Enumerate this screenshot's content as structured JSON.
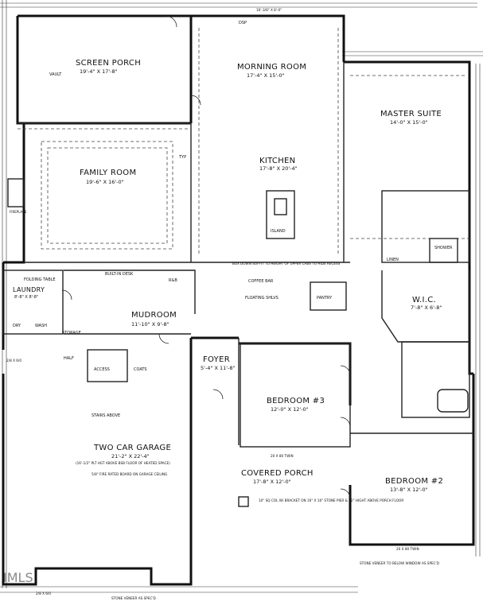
{
  "rooms": {
    "screen_porch": {
      "name": "SCREEN PORCH",
      "dim": "19'-4\" X 17'-8\""
    },
    "morning_room": {
      "name": "MORNING ROOM",
      "dim": "17'-4\" X 15'-0\""
    },
    "master_suite": {
      "name": "MASTER SUITE",
      "dim": "14'-0\" X 15'-0\""
    },
    "family_room": {
      "name": "FAMILY ROOM",
      "dim": "19'-6\" X 16'-0\""
    },
    "kitchen": {
      "name": "KITCHEN",
      "dim": "17'-8\" X 20'-4\""
    },
    "laundry": {
      "name": "LAUNDRY",
      "dim": "8'-8\" X 8'-8\""
    },
    "mudroom": {
      "name": "MUDROOM",
      "dim": "11'-10\" X 9'-8\""
    },
    "wic": {
      "name": "W.I.C.",
      "dim": "7'-8\" X 6'-8\""
    },
    "foyer": {
      "name": "FOYER",
      "dim": "5'-4\" X 11'-8\""
    },
    "bedroom3": {
      "name": "BEDROOM #3",
      "dim": "12'-0\" X 12'-0\""
    },
    "garage": {
      "name": "TWO CAR GARAGE",
      "dim": "21'-2\" X 22'-4\""
    },
    "covered_porch": {
      "name": "COVERED PORCH",
      "dim": "17'-8\" X 12'-0\""
    },
    "bedroom2": {
      "name": "BEDROOM #2",
      "dim": "13'-8\" X 12'-0\""
    }
  },
  "labels": {
    "island": "ISLAND",
    "pantry": "PANTRY",
    "coffee_bar": "COFFEE BAR",
    "floating_shelves": "FLOATING SHLVS",
    "storage": "STORAGE",
    "half_bath": "HALF",
    "access": "ACCESS",
    "coats": "COATS",
    "stairs_above": "STAIRS ABOVE",
    "dry": "DRY",
    "wash": "WASH",
    "folding_table": "FOLDING TABLE",
    "linen": "LINEN",
    "shower": "SHOWER",
    "fireplace": "FIREPLACE",
    "vault": "VAULT",
    "typ": "TYP",
    "dsp": "DSP",
    "built_in_desk": "BUILT-IN DESK",
    "rb": "R&B",
    "box_down_soffit": "BOX DOWN SOFFIT TO HEIGHT OF UPPER CABS TO HIDE RECESS",
    "garage_note": "(16'-1/2\" PLT HGT ABOVE BSB FLOOR OF HEATED SPACE)",
    "fire_board": "5/8\" FIRE RATED BOARD ON GARAGE CEILING",
    "stone_veneer_bottom": "STONE VENEER AS SPEC'D",
    "stone_veneer_right": "STONE VENEER TO BELOW WINDOW AS SPEC'D",
    "porch_column_note": "10\" SQ COL W/ BRACKET ON 16\" X 16\" STONE PIER & 32\" HIGHT ABOVE PORCH FLOOR",
    "trim_1": "20 X 80 TWIN",
    "trim_2": "20 X 80 TWIN",
    "top_dim": "16'-3/8\" X 8'-0\"",
    "bottom_dim": "2/8 X 6/0",
    "left_dim": "2/8 X 6/0"
  },
  "watermark": "IMLS"
}
